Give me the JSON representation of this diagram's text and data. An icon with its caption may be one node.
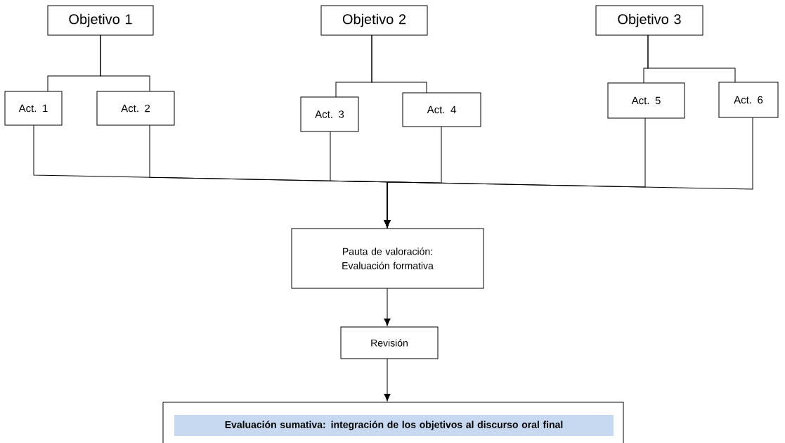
{
  "diagram": {
    "nodes": [
      {
        "text": [
          "Objetivo 1"
        ]
      },
      {
        "text": [
          "Objetivo 2"
        ]
      },
      {
        "text": [
          "Objetivo 3"
        ]
      },
      {
        "text": [
          "Act. 1"
        ]
      },
      {
        "text": [
          "Act. 2"
        ]
      },
      {
        "text": [
          "Act. 3"
        ]
      },
      {
        "text": [
          "Act. 4"
        ]
      },
      {
        "text": [
          "Act. 5"
        ]
      },
      {
        "text": [
          "Act. 6"
        ]
      },
      {
        "text": [
          "Pauta de valoración: Evaluación formativa"
        ]
      },
      {
        "text": [
          "Revisión"
        ]
      },
      {
        "text": [],
        "shape": "box"
      },
      {
        "text": [
          "Evaluación sumativa: integración de los objetivos al discurso oral final"
        ],
        "in": 11
      }
    ],
    "edges": [
      {
        "from": 0,
        "to": 3,
        "arrow": "none"
      },
      {
        "from": 0,
        "to": 4,
        "arrow": "none"
      },
      {
        "from": 1,
        "to": 5,
        "arrow": "none"
      },
      {
        "from": 1,
        "to": 6,
        "arrow": "none"
      },
      {
        "from": 2,
        "to": 7,
        "arrow": "none"
      },
      {
        "from": 2,
        "to": 8,
        "arrow": "none"
      },
      {
        "from": 3,
        "to": 9,
        "arrow": "to"
      },
      {
        "from": 4,
        "to": 9,
        "arrow": "to"
      },
      {
        "from": 5,
        "to": 9,
        "arrow": "to"
      },
      {
        "from": 6,
        "to": 9,
        "arrow": "to"
      },
      {
        "from": 7,
        "to": 9,
        "arrow": "to"
      },
      {
        "from": 8,
        "to": 9,
        "arrow": "to"
      },
      {
        "from": 9,
        "to": 10,
        "arrow": "to"
      },
      {
        "from": 10,
        "to": 11,
        "arrow": "to"
      }
    ]
  }
}
